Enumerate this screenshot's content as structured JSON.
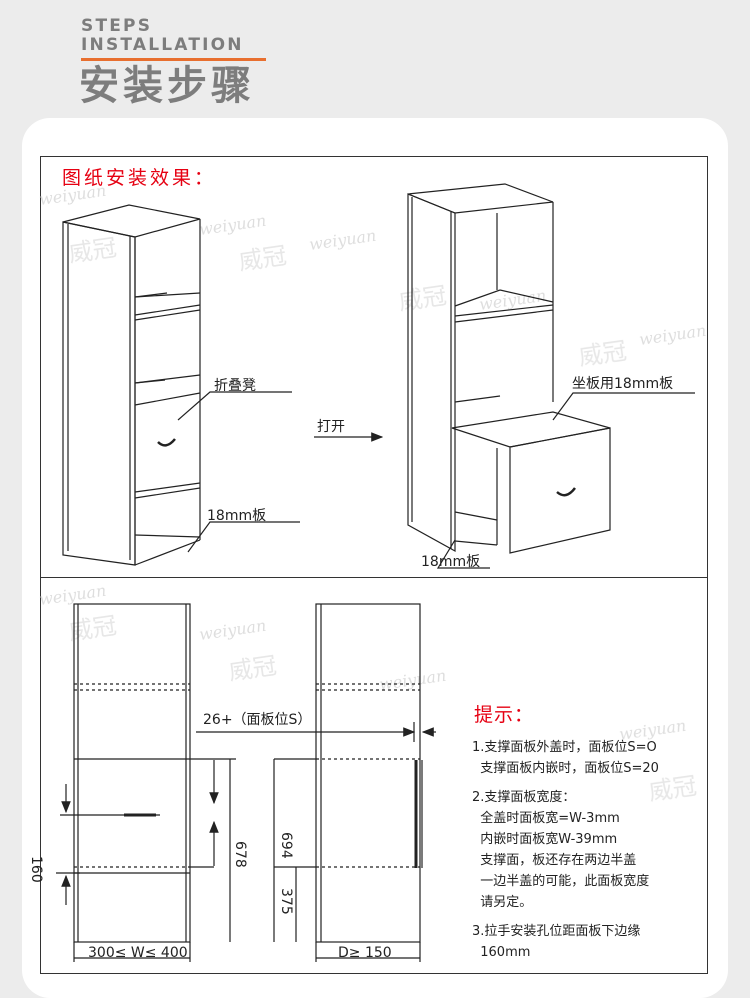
{
  "header": {
    "title_en_line1": "STEPS",
    "title_en_line2": "INSTALLATION",
    "title_cn": "安装步骤",
    "accent_color": "#e86f2f",
    "header_text_color": "#7d7d7d"
  },
  "top_section": {
    "title": "图纸安装效果：",
    "title_color": "#e60012",
    "label_stool": "折叠凳",
    "label_board_left": "18mm板",
    "label_open": "打开",
    "label_seat": "坐板用18mm板",
    "label_board_right": "18mm板"
  },
  "bottom_section": {
    "panel_pos": "26+（面板位S）",
    "dim_160": "160",
    "dim_678": "678",
    "dim_694": "694",
    "dim_375": "375",
    "width_range": "300≤ W≤ 400",
    "depth_min": "D≥ 150"
  },
  "tips": {
    "title": "提示：",
    "lines": [
      "1.支撑面板外盖时，面板位S=O",
      "  支撑面板内嵌时，面板位S=20",
      "2.支撑面板宽度：",
      "  全盖时面板宽=W-3mm",
      "  内嵌时面板宽W-39mm",
      "  支撑面，板还存在两边半盖",
      "  一边半盖的可能，此面板宽度",
      "  请另定。",
      "3.拉手安装孔位距面板下边缘",
      "  160mm"
    ]
  },
  "watermark_text": "weiyuan",
  "watermark_cn": "威冠"
}
